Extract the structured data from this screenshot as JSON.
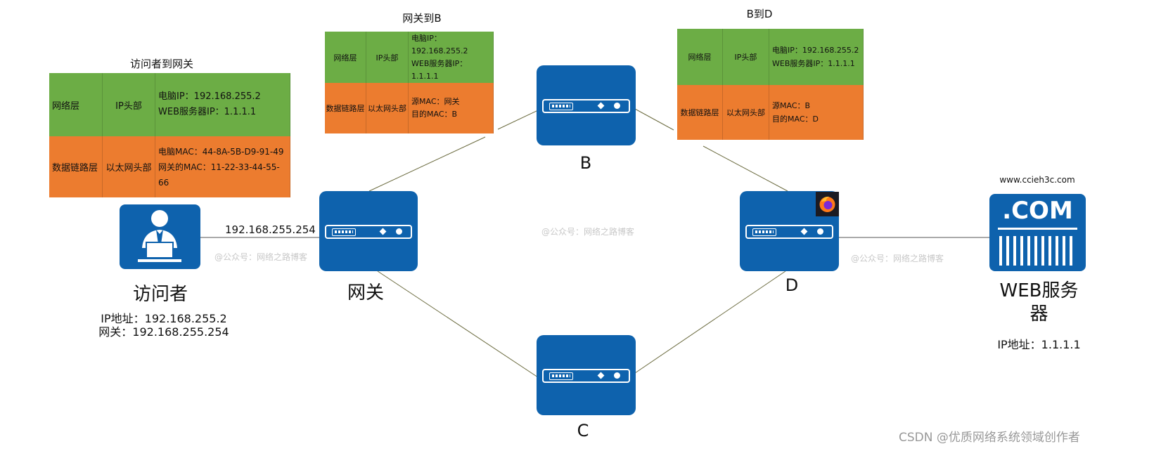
{
  "tables": {
    "visitor_to_gateway": {
      "title": "访问者到网关",
      "net_layer": "网络层",
      "ip_header": "IP头部",
      "ip_line1": "电脑IP：192.168.255.2",
      "ip_line2": "WEB服务器IP：1.1.1.1",
      "dl_layer": "数据链路层",
      "eth_header": "以太网头部",
      "mac_line1": "电脑MAC：44-8A-5B-D9-91-49",
      "mac_line2": "网关的MAC：11-22-33-44-55-66"
    },
    "gateway_to_b": {
      "title": "网关到B",
      "net_layer": "网络层",
      "ip_header": "IP头部",
      "ip_line1": "电脑IP：192.168.255.2",
      "ip_line2": "WEB服务器IP：1.1.1.1",
      "dl_layer": "数据链路层",
      "eth_header": "以太网头部",
      "mac_line1": "源MAC：网关",
      "mac_line2": "目的MAC：B"
    },
    "b_to_d": {
      "title": "B到D",
      "net_layer": "网络层",
      "ip_header": "IP头部",
      "ip_line1": "电脑IP：192.168.255.2",
      "ip_line2": "WEB服务器IP：1.1.1.1",
      "dl_layer": "数据链路层",
      "eth_header": "以太网头部",
      "mac_line1": "源MAC：B",
      "mac_line2": "目的MAC：D"
    }
  },
  "nodes": {
    "visitor": {
      "name": "访问者",
      "ip": "IP地址：192.168.255.2",
      "gateway": "网关：192.168.255.254",
      "icon": "user-laptop-icon"
    },
    "gateway": {
      "name": "网关",
      "ip_label": "192.168.255.254",
      "icon": "router-icon"
    },
    "b": {
      "name": "B",
      "icon": "router-icon"
    },
    "c": {
      "name": "C",
      "icon": "router-icon"
    },
    "d": {
      "name": "D",
      "icon": "router-icon"
    },
    "web": {
      "name_line1": "WEB服务",
      "name_line2": "器",
      "ip": "IP地址：1.1.1.1",
      "domain": "www.ccieh3c.com",
      "logo_text": ".COM",
      "icon": "web-server-icon"
    }
  },
  "watermarks": [
    "@公众号：网络之路博客",
    "@公众号：网络之路博客",
    "@公众号：网络之路博客"
  ],
  "footer": "CSDN @优质网络系统领域创作者",
  "colors": {
    "device": "#0e62ad",
    "network_layer": "#6cad45",
    "datalink_layer": "#ec7c2f",
    "link": "#6b6b3f"
  }
}
